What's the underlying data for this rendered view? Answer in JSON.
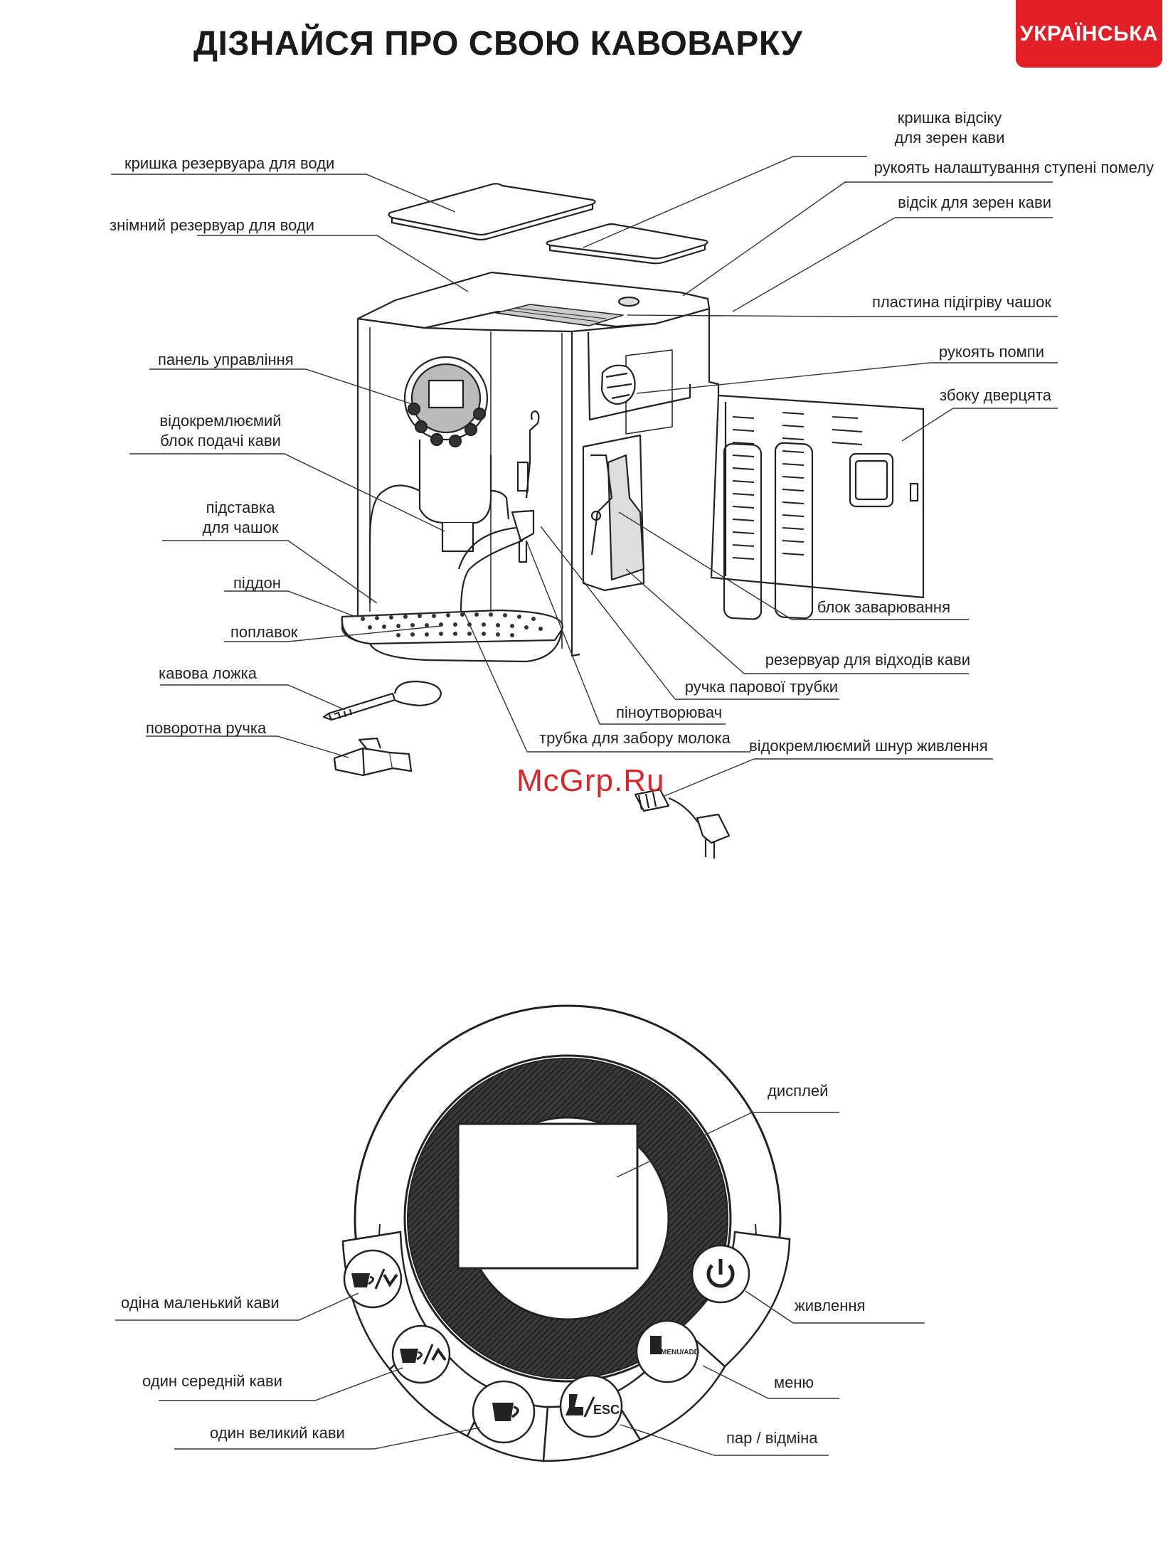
{
  "header": {
    "title": "ДІЗНАЙСЯ ПРО СВОЮ КАВОВАРКУ",
    "language_badge": "УКРАЇНСЬКА",
    "badge_color": "#e21e26"
  },
  "machine_labels": {
    "lid_bean_compartment_1": "кришка відсіку",
    "lid_bean_compartment_2": "для зерен кави",
    "grind_knob": "рукоять налаштування ступені помелу",
    "bean_compartment": "відсік для зерен кави",
    "cup_warming_plate": "пластина підігріву чашок",
    "pump_knob": "рукоять помпи",
    "side_door": "збоку дверцята",
    "brewing_unit": "блок заварювання",
    "grounds_container": "резервуар для відходів кави",
    "steam_pipe_handle": "ручка парової трубки",
    "frother": "піноутворювач",
    "milk_tube": "трубка для забору молока",
    "power_cord": "відокремлюємий шнур живлення",
    "water_tank_lid": "кришка резервуара для води",
    "water_tank": "знімний резервуар для води",
    "control_panel": "панель управління",
    "dispenser_1": "відокремлюємий",
    "dispenser_2": "блок подачі кави",
    "cup_stand_1": "підставка",
    "cup_stand_2": "для чашок",
    "drip_tray": "піддон",
    "float": "поплавок",
    "coffee_spoon": "кавова ложка",
    "rotary_handle": "поворотна ручка"
  },
  "watermark": "McGrp.Ru",
  "panel_labels": {
    "display": "дисплей",
    "small_coffee": "одіна маленький кави",
    "medium_coffee": "один середній кави",
    "large_coffee": "один великий кави",
    "power": "живлення",
    "menu": "меню",
    "steam_cancel": "пар / відміна"
  },
  "panel_buttons": {
    "esc_text": "ESC",
    "menu_text": "MENU/ADD"
  },
  "icons": [
    "cup-down-icon",
    "cup-up-icon",
    "large-cup-icon",
    "steam-esc-icon",
    "menu-add-icon",
    "power-icon"
  ]
}
